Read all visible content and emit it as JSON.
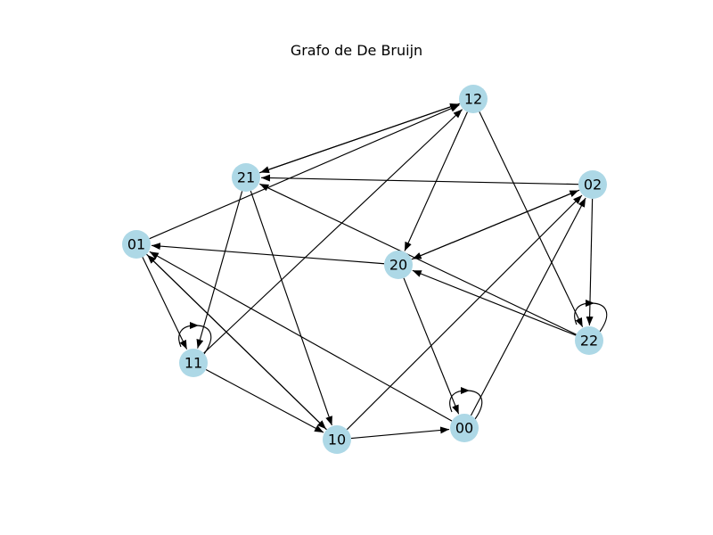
{
  "title": "Grafo de De Bruijn",
  "colors": {
    "node_fill": "#add8e6",
    "edge": "#000000",
    "background": "#ffffff"
  },
  "nodes": [
    {
      "id": "00",
      "label": "00"
    },
    {
      "id": "01",
      "label": "01"
    },
    {
      "id": "02",
      "label": "02"
    },
    {
      "id": "10",
      "label": "10"
    },
    {
      "id": "11",
      "label": "11"
    },
    {
      "id": "12",
      "label": "12"
    },
    {
      "id": "20",
      "label": "20"
    },
    {
      "id": "21",
      "label": "21"
    },
    {
      "id": "22",
      "label": "22"
    }
  ],
  "edges": [
    [
      "00",
      "00"
    ],
    [
      "00",
      "01"
    ],
    [
      "00",
      "02"
    ],
    [
      "01",
      "10"
    ],
    [
      "01",
      "11"
    ],
    [
      "01",
      "12"
    ],
    [
      "02",
      "20"
    ],
    [
      "02",
      "21"
    ],
    [
      "02",
      "22"
    ],
    [
      "10",
      "00"
    ],
    [
      "10",
      "01"
    ],
    [
      "10",
      "02"
    ],
    [
      "11",
      "10"
    ],
    [
      "11",
      "11"
    ],
    [
      "11",
      "12"
    ],
    [
      "12",
      "20"
    ],
    [
      "12",
      "21"
    ],
    [
      "12",
      "22"
    ],
    [
      "20",
      "00"
    ],
    [
      "20",
      "01"
    ],
    [
      "20",
      "02"
    ],
    [
      "21",
      "10"
    ],
    [
      "21",
      "11"
    ],
    [
      "21",
      "12"
    ],
    [
      "22",
      "20"
    ],
    [
      "22",
      "21"
    ],
    [
      "22",
      "22"
    ]
  ]
}
